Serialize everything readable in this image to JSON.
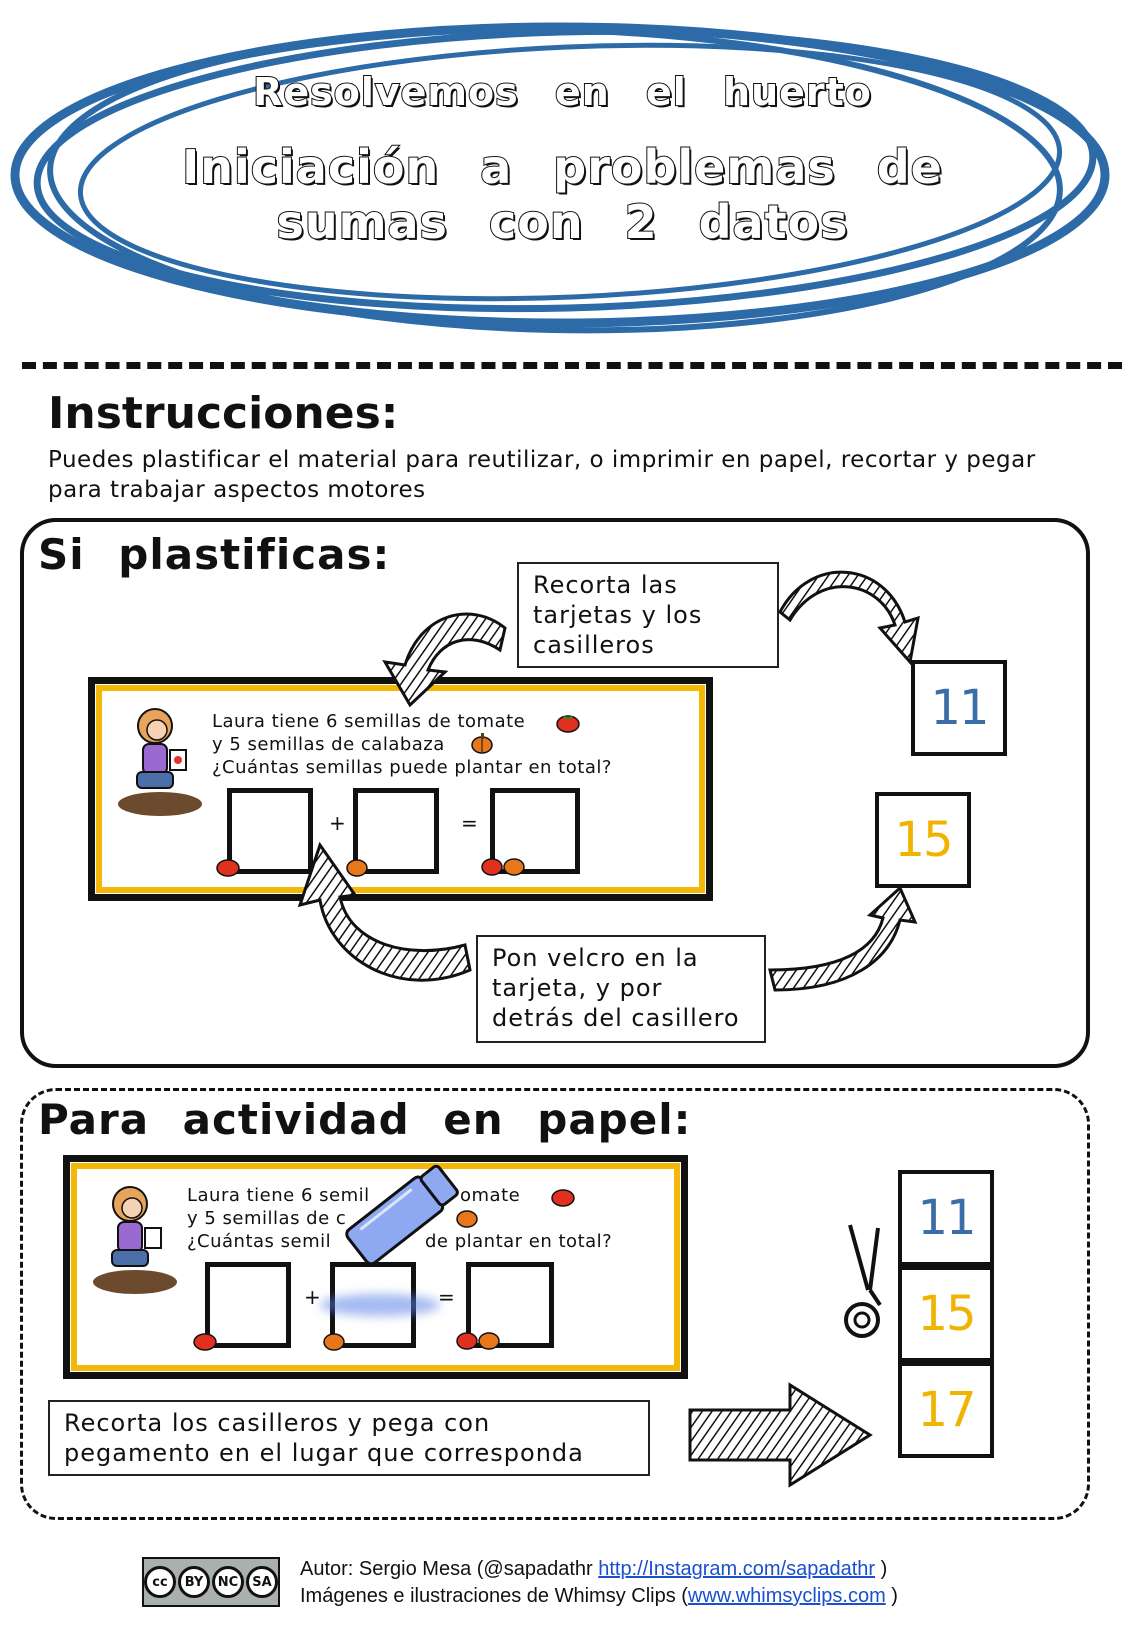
{
  "header": {
    "subtitle": "Resolvemos en el huerto",
    "title_line1": "Iniciación a problemas de",
    "title_line2": "sumas con 2 datos",
    "ellipse_color": "#2c6aa8"
  },
  "instructions": {
    "heading": "Instrucciones:",
    "text": "Puedes plastificar el material para reutilizar, o imprimir en papel, recortar y pegar para trabajar aspectos motores"
  },
  "section_laminate": {
    "heading": "Si plastificas:",
    "note_cut": "Recorta las tarjetas y los casilleros",
    "note_velcro": "Pon velcro en la tarjeta, y por detrás del casillero",
    "number_cards": [
      {
        "value": "11",
        "color": "#3b6ea8"
      },
      {
        "value": "15",
        "color": "#f0b400"
      }
    ]
  },
  "problem_card": {
    "line1": "Laura tiene 6 semillas de tomate",
    "line2": "y 5 semillas de calabaza",
    "line3": "¿Cuántas semillas puede plantar en total?",
    "plus": "+",
    "equals": "=",
    "border_color": "#f2b707"
  },
  "problem_card_paper": {
    "line1": "Laura tiene 6 semil",
    "line1b": "omate",
    "line2": "y 5 semillas de c",
    "line3": "¿Cuántas semil",
    "line3b": "de plantar en total?",
    "plus": "+",
    "equals": "="
  },
  "section_paper": {
    "heading": "Para actividad en papel:",
    "note": "Recorta los casilleros y pega con pegamento en el lugar que corresponda",
    "number_cards": [
      {
        "value": "11",
        "color": "#3b6ea8"
      },
      {
        "value": "15",
        "color": "#f0b400"
      },
      {
        "value": "17",
        "color": "#f0b400"
      }
    ]
  },
  "footer": {
    "author_prefix": "Autor: Sergio Mesa (@sapadathr ",
    "author_link": "http://Instagram.com/sapadathr",
    "author_suffix": " )",
    "images_prefix": "Imágenes e ilustraciones de Whimsy Clips (",
    "images_link": "www.whimsyclips.com",
    "images_suffix": " )",
    "license_labels": [
      "BY",
      "NC",
      "SA"
    ],
    "license_icon": "cc"
  }
}
